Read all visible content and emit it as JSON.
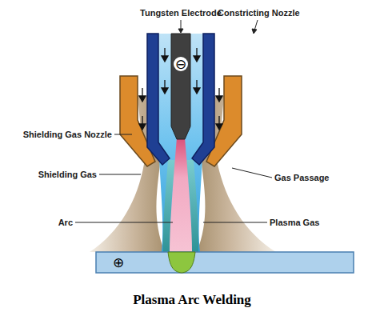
{
  "diagram": {
    "caption": "Plasma Arc Welding",
    "labels": [
      "Tungsten Electrode",
      "Constricting Nozzle",
      "⊖",
      "Shielding Gas Nozzle",
      "Gas Passage",
      "Shielding Gas",
      "Arc",
      "Plasma Gas",
      "⊕"
    ]
  }
}
